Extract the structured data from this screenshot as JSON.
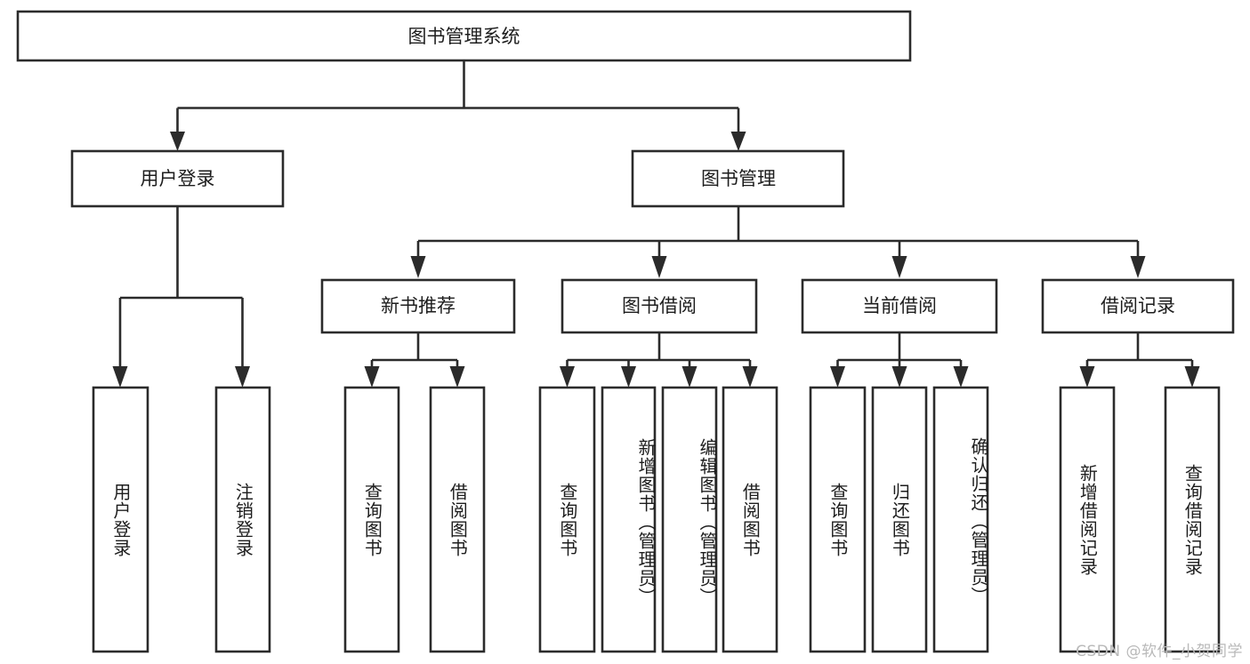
{
  "diagram": {
    "title": "图书管理系统",
    "type": "tree-hierarchy",
    "root": {
      "id": "root",
      "label": "图书管理系统"
    },
    "level2": [
      {
        "id": "user-login",
        "label": "用户登录"
      },
      {
        "id": "book-manage",
        "label": "图书管理"
      }
    ],
    "level3": [
      {
        "id": "new-book-recommend",
        "label": "新书推荐",
        "parent": "book-manage"
      },
      {
        "id": "book-borrow",
        "label": "图书借阅",
        "parent": "book-manage"
      },
      {
        "id": "current-borrow",
        "label": "当前借阅",
        "parent": "book-manage"
      },
      {
        "id": "borrow-record",
        "label": "借阅记录",
        "parent": "book-manage"
      }
    ],
    "leaves": [
      {
        "id": "leaf-user-login",
        "label": "用户登录",
        "parent": "user-login"
      },
      {
        "id": "leaf-logout",
        "label": "注销登录",
        "parent": "user-login"
      },
      {
        "id": "leaf-query-book-1",
        "label": "查询图书",
        "parent": "new-book-recommend"
      },
      {
        "id": "leaf-borrow-book-1",
        "label": "借阅图书",
        "parent": "new-book-recommend"
      },
      {
        "id": "leaf-query-book-2",
        "label": "查询图书",
        "parent": "book-borrow"
      },
      {
        "id": "leaf-add-book",
        "label": "新增图书（管理员）",
        "parent": "book-borrow"
      },
      {
        "id": "leaf-edit-book",
        "label": "编辑图书（管理员）",
        "parent": "book-borrow"
      },
      {
        "id": "leaf-borrow-book-2",
        "label": "借阅图书",
        "parent": "book-borrow"
      },
      {
        "id": "leaf-query-book-3",
        "label": "查询图书",
        "parent": "current-borrow"
      },
      {
        "id": "leaf-return-book",
        "label": "归还图书",
        "parent": "current-borrow"
      },
      {
        "id": "leaf-confirm-return",
        "label": "确认归还（管理员）",
        "parent": "current-borrow"
      },
      {
        "id": "leaf-add-record",
        "label": "新增借阅记录",
        "parent": "borrow-record"
      },
      {
        "id": "leaf-query-record",
        "label": "查询借阅记录",
        "parent": "borrow-record"
      }
    ],
    "colors": {
      "stroke": "#2b2b2b",
      "fill": "#ffffff",
      "text": "#1d1d1d",
      "watermark": "#b9b9b9"
    }
  },
  "watermark": {
    "text": "CSDN @软件_小贺同学"
  }
}
